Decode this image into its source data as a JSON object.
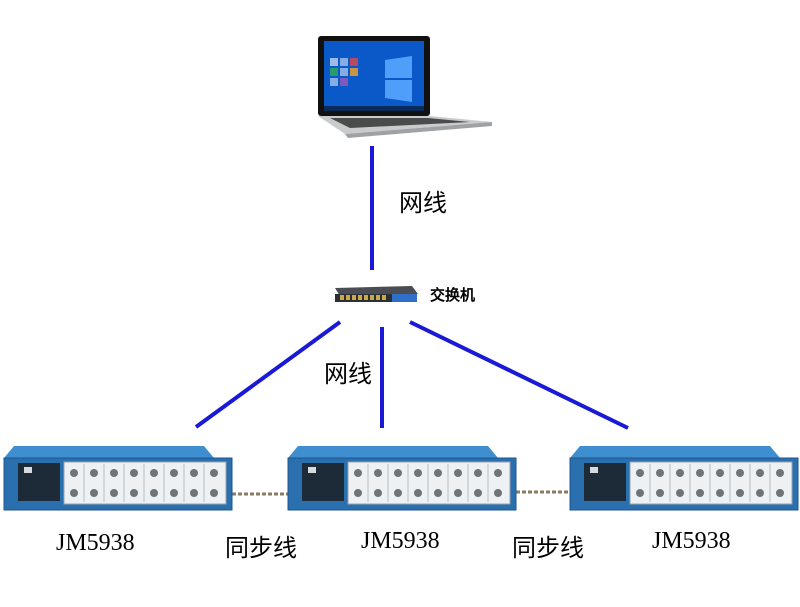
{
  "colors": {
    "network_line": "#1a1ad6",
    "device_body": "#2a6fae",
    "device_top": "#3e8ed0",
    "panel": "#eef1f3",
    "laptop_bezel": "#111111",
    "laptop_body": "#cfd1d3",
    "sync_cable": "#8a7a60"
  },
  "labels": {
    "network_cable_top": "网线",
    "network_cable_mid": "网线",
    "switch": "交换机",
    "sync_left": "同步线",
    "sync_right": "同步线"
  },
  "devices": [
    {
      "model": "JM5938"
    },
    {
      "model": "JM5938"
    },
    {
      "model": "JM5938"
    }
  ],
  "icons": [
    "laptop-icon",
    "network-switch-icon",
    "data-acquisition-device-icon"
  ]
}
